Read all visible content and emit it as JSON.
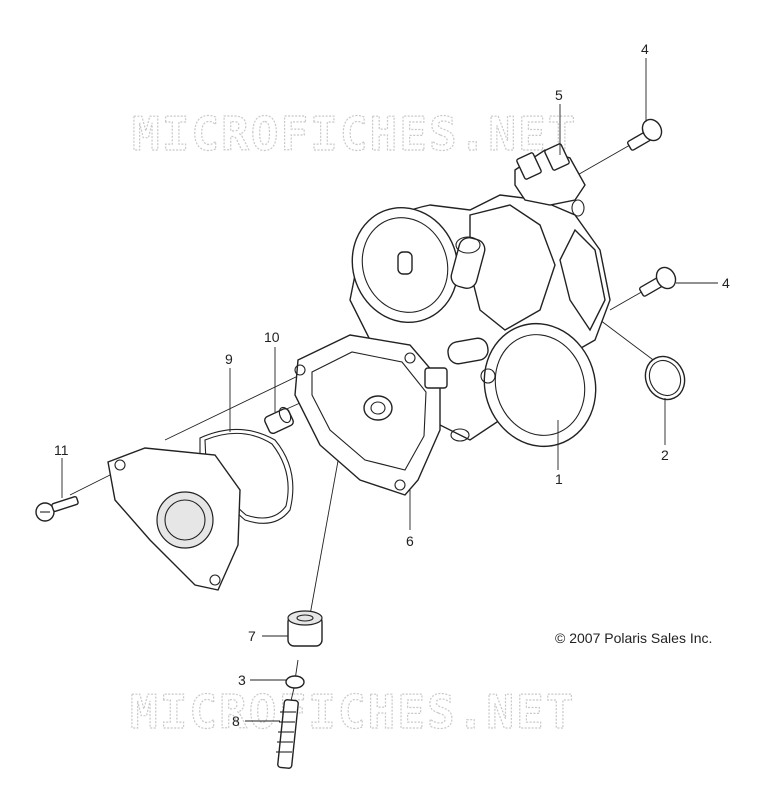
{
  "watermark": {
    "text": "MICROFICHES.NET",
    "color": "#c9c9c9"
  },
  "copyright": "© 2007 Polaris Sales Inc.",
  "callouts": [
    {
      "id": "1",
      "label": "1"
    },
    {
      "id": "2",
      "label": "2"
    },
    {
      "id": "3",
      "label": "3"
    },
    {
      "id": "4a",
      "label": "4"
    },
    {
      "id": "4b",
      "label": "4"
    },
    {
      "id": "5",
      "label": "5"
    },
    {
      "id": "6",
      "label": "6"
    },
    {
      "id": "7",
      "label": "7"
    },
    {
      "id": "8",
      "label": "8"
    },
    {
      "id": "9",
      "label": "9"
    },
    {
      "id": "10",
      "label": "10"
    },
    {
      "id": "11",
      "label": "11"
    }
  ]
}
